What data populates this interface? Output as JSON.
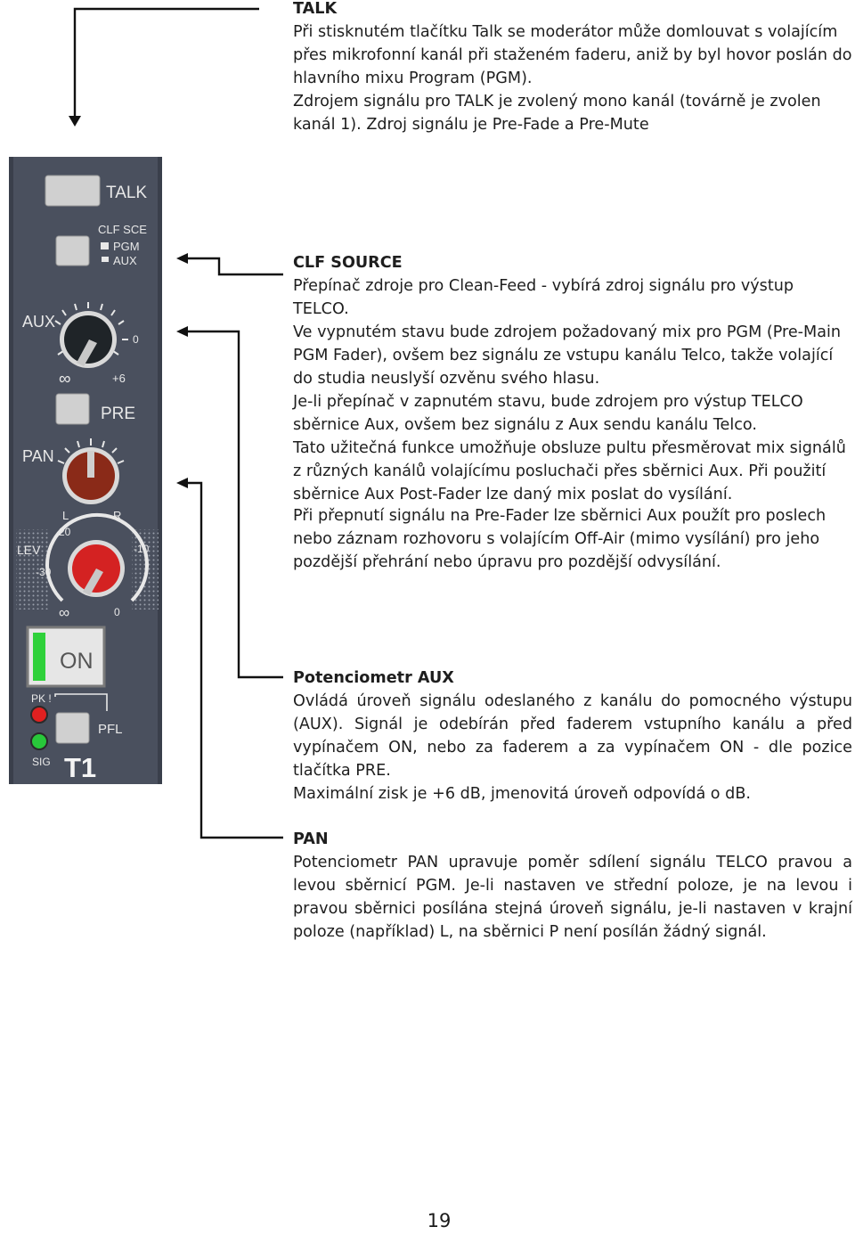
{
  "panel": {
    "talk_label": "TALK",
    "clf_sce_label": "CLF SCE",
    "pgm_label": "PGM",
    "aux_label": "AUX",
    "aux_knob_label": "AUX",
    "aux_zero": "0",
    "aux_inf": "∞",
    "aux_plus6": "+6",
    "pre_label": "PRE",
    "pan_label": "PAN",
    "pan_left": "L",
    "pan_right": "R",
    "lev_label": "LEV",
    "lev_20": "20",
    "lev_10": "-10",
    "lev_30": "-30",
    "lev_inf": "∞",
    "lev_zero": "0",
    "on_label": "ON",
    "pk_label": "PK !",
    "pfl_label": "PFL",
    "sig_label": "SIG",
    "channel_label": "T1",
    "colors": {
      "panel": "#4a505e",
      "pan_knob": "#8a2a18",
      "lev_knob": "#d42222",
      "on_led": "#2fd13a",
      "pk_led": "#e02020",
      "sig_led": "#28c83a"
    }
  },
  "sections": {
    "talk": {
      "heading": "TALK",
      "paragraphs": [
        "Při stisknutém tlačítku Talk se moderátor může domlouvat s volajícím přes mikrofonní kanál při staženém faderu, aniž by byl hovor poslán do hlavního mixu Program (PGM).",
        "Zdrojem signálu pro TALK je zvolený mono kanál (továrně je zvolen kanál 1). Zdroj signálu je Pre-Fade a Pre-Mute"
      ]
    },
    "clf": {
      "heading": "CLF SOURCE",
      "paragraphs": [
        "Přepínač zdroje pro Clean-Feed - vybírá zdroj signálu pro výstup TELCO.",
        "Ve vypnutém stavu bude zdrojem požadovaný mix pro PGM (Pre-Main PGM Fader), ovšem bez signálu ze vstupu kanálu Telco, takže volající do studia neuslyší ozvěnu svého hlasu.",
        "Je-li přepínač v zapnutém stavu, bude zdrojem pro výstup TELCO sběrnice Aux, ovšem bez signálu z Aux sendu kanálu Telco.",
        "Tato užitečná funkce umožňuje obsluze pultu přesměrovat mix signálů z různých kanálů volajícímu posluchači přes sběrnici Aux. Při použití sběrnice Aux Post-Fader lze daný mix poslat do vysílání."
      ],
      "extra": "Při přepnutí signálu na Pre-Fader lze sběrnici Aux použít pro poslech nebo záznam rozhovoru s volajícím Off-Air (mimo vysílání) pro jeho pozdější přehrání nebo úpravu pro pozdější odvysílání."
    },
    "aux": {
      "heading": "Potenciometr AUX",
      "paragraphs": [
        "Ovládá úroveň signálu odeslaného z kanálu do pomocného výstupu (AUX). Signál je odebírán před faderem vstupního kanálu a před vypínačem ON, nebo za faderem a za vypínačem ON - dle pozice tlačítka PRE.",
        "Maximální zisk je +6 dB, jmenovitá úroveň odpovídá o dB."
      ]
    },
    "pan": {
      "heading": "PAN",
      "paragraphs": [
        "Potenciometr PAN upravuje poměr sdílení signálu TELCO pravou a levou sběrnicí PGM. Je-li nastaven ve střední poloze, je na levou i pravou sběrnici posílána stejná úroveň signálu, je-li nastaven v krajní poloze (například) L, na sběrnici P není posílán žádný signál."
      ]
    }
  },
  "page_number": "19"
}
